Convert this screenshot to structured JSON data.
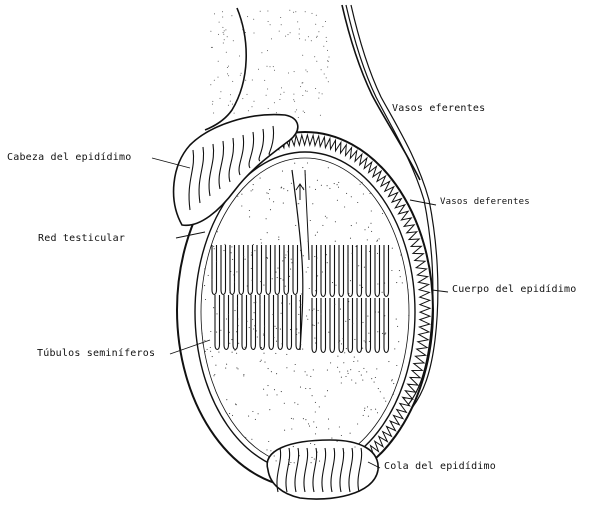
{
  "diagram": {
    "labels": {
      "cabeza": "Cabeza del epidídimo",
      "red": "Red testicular",
      "tubulos": "Túbulos seminíferos",
      "vasos_eferentes": "Vasos eferentes",
      "vasos_deferentes": "Vasos deferentes",
      "cuerpo": "Cuerpo del epidídimo",
      "cola": "Cola del epidídimo"
    },
    "colors": {
      "ink": "#111111",
      "paper": "#ffffff"
    }
  }
}
